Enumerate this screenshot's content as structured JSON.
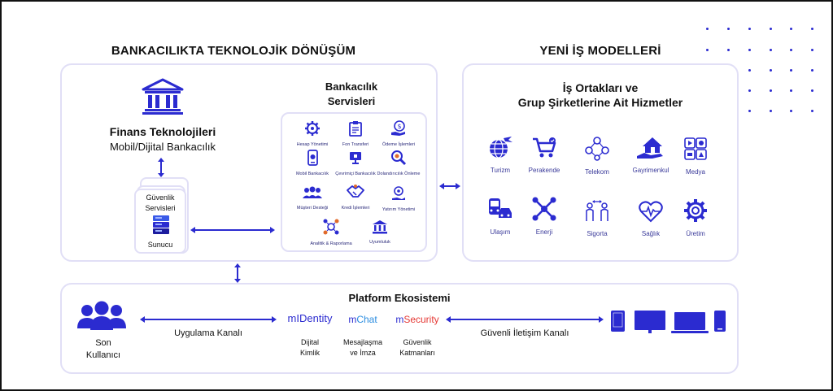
{
  "headings": {
    "left": "BANKACILIKTA TEKNOLOJİK DÖNÜŞÜM",
    "right": "YENİ İŞ MODELLERİ"
  },
  "fintech": {
    "title": "Finans Teknolojileri",
    "subtitle": "Mobil/Dijital Bankacılık"
  },
  "server_stack": {
    "security": "Güvenlik",
    "services": "Servisleri",
    "server": "Sunucu"
  },
  "banking": {
    "title_line1": "Bankacılık",
    "title_line2": "Servisleri",
    "services": [
      {
        "label": "Hesap Yönetimi",
        "icon": "gear-icon"
      },
      {
        "label": "Fon Transferi",
        "icon": "clipboard-icon"
      },
      {
        "label": "Ödeme İşlemleri",
        "icon": "dollar-hand-icon"
      },
      {
        "label": "Mobil Bankacılık",
        "icon": "mobile-icon"
      },
      {
        "label": "Çevrimiçi Bankacılık",
        "icon": "monitor-icon"
      },
      {
        "label": "Dolandırıcılık Önleme",
        "icon": "magnifier-icon"
      },
      {
        "label": "Müşteri Desteği",
        "icon": "group-icon"
      },
      {
        "label": "Kredi İşlemleri",
        "icon": "handshake-icon"
      },
      {
        "label": "Yatırım Yönetimi",
        "icon": "investment-icon"
      },
      {
        "label": "Analitik & Raporlama",
        "icon": "analytics-icon"
      },
      {
        "label": "Uyumluluk",
        "icon": "bank-icon"
      }
    ]
  },
  "business": {
    "title_line1": "İş Ortakları ve",
    "title_line2": "Grup Şirketlerine Ait Hizmetler",
    "items": [
      {
        "label": "Turizm",
        "icon": "globe-plane-icon"
      },
      {
        "label": "Perakende",
        "icon": "cart-icon"
      },
      {
        "label": "Telekom",
        "icon": "network-people-icon"
      },
      {
        "label": "Gayrimenkul",
        "icon": "house-hand-icon"
      },
      {
        "label": "Medya",
        "icon": "media-icon"
      },
      {
        "label": "Ulaşım",
        "icon": "bus-icon"
      },
      {
        "label": "Enerji",
        "icon": "energy-icon"
      },
      {
        "label": "Sigorta",
        "icon": "people-arrows-icon"
      },
      {
        "label": "Sağlık",
        "icon": "heart-pulse-icon"
      },
      {
        "label": "Üretim",
        "icon": "gear-icon"
      }
    ]
  },
  "platform": {
    "title": "Platform Ekosistemi",
    "end_user_line1": "Son",
    "end_user_line2": "Kullanıcı",
    "app_channel": "Uygulama Kanalı",
    "secure_channel": "Güvenli İletişim Kanalı",
    "products": [
      {
        "prefix": "m",
        "name": "IDentity",
        "caption_line1": "Dijital",
        "caption_line2": "Kimlik",
        "color": "#2b2bd0"
      },
      {
        "prefix": "m",
        "name": "Chat",
        "caption_line1": "Mesajlaşma",
        "caption_line2": "ve İmza",
        "color": "#2b8de0"
      },
      {
        "prefix": "m",
        "name": "Security",
        "caption_line1": "Güvenlik",
        "caption_line2": "Katmanları",
        "color": "#e53935"
      }
    ]
  },
  "colors": {
    "accent": "#2b2bd0",
    "panel_border": "#e1dff6",
    "text": "#111111"
  }
}
